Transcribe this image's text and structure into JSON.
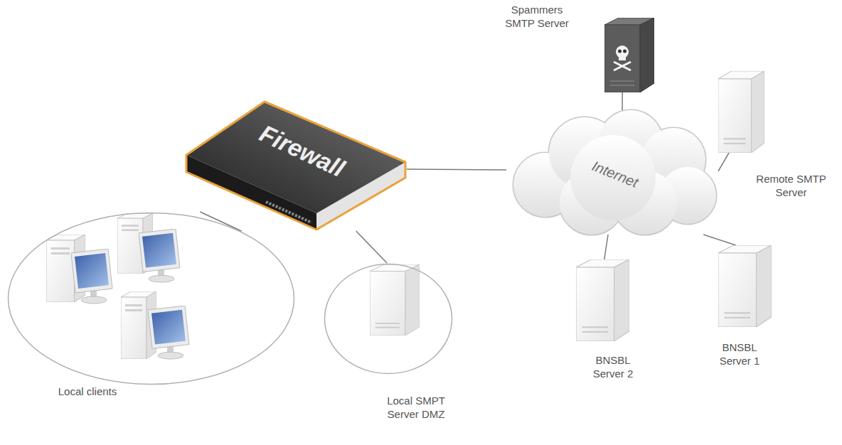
{
  "diagram": {
    "nodes": [
      {
        "text": [
          "Spammers SMTP Server"
        ]
      },
      {
        "text": [
          "Remote SMTP Server"
        ]
      },
      {
        "text": [
          "Firewall"
        ]
      },
      {
        "text": [
          "Internet"
        ]
      },
      {
        "text": [
          "Local clients"
        ]
      },
      {
        "text": [
          "Local SMPT Server DMZ"
        ]
      },
      {
        "text": [
          "BNSBL Server 2"
        ]
      },
      {
        "text": [
          "BNSBL Server 1"
        ]
      }
    ],
    "edges": [
      {
        "from": 2,
        "to": 4,
        "arrow": "none"
      },
      {
        "from": 2,
        "to": 5,
        "arrow": "none"
      },
      {
        "from": 2,
        "to": 3,
        "arrow": "none"
      },
      {
        "from": 3,
        "to": 0,
        "arrow": "none"
      },
      {
        "from": 3,
        "to": 1,
        "arrow": "none"
      },
      {
        "from": 3,
        "to": 6,
        "arrow": "none"
      },
      {
        "from": 3,
        "to": 7,
        "arrow": "none"
      }
    ]
  }
}
